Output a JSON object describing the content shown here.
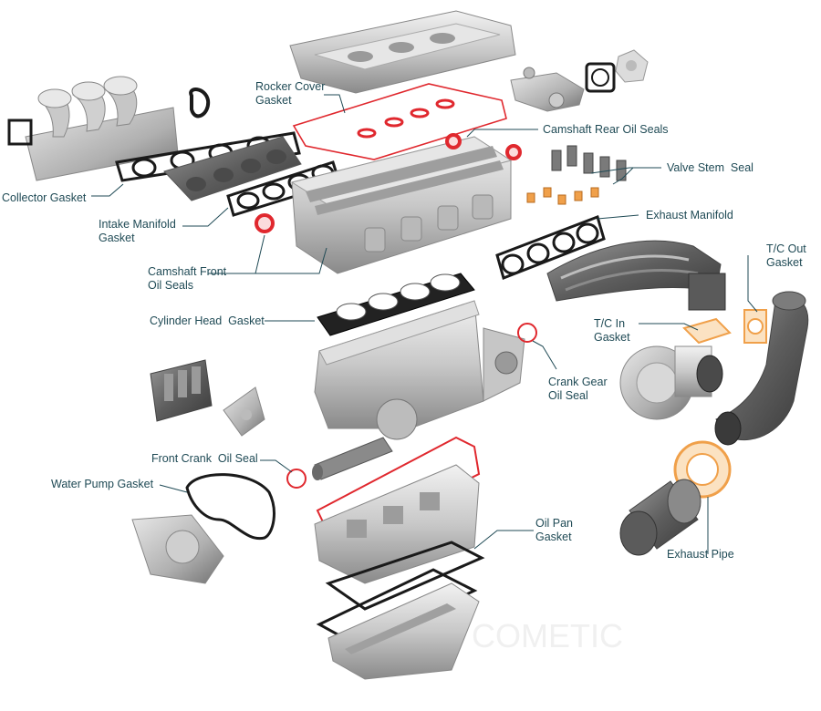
{
  "diagram": {
    "labels": {
      "rocker_cover_gasket": "Rocker Cover\nGasket",
      "camshaft_rear_oil_seals": "Camshaft Rear Oil Seals",
      "valve_stem_seal": "Valve Stem  Seal",
      "collector_gasket": "Collector Gasket",
      "exhaust_manifold": "Exhaust Manifold",
      "intake_manifold_gasket": "Intake Manifold\nGasket",
      "tc_out_gasket": "T/C Out\nGasket",
      "camshaft_front_oil_seals": "Camshaft Front\nOil Seals",
      "cylinder_head_gasket": "Cylinder Head  Gasket",
      "tc_in_gasket": "T/C In\nGasket",
      "crank_gear_oil_seal": "Crank Gear\nOil Seal",
      "front_crank_oil_seal": "Front Crank  Oil Seal",
      "water_pump_gasket": "Water Pump Gasket",
      "oil_pan_gasket": "Oil Pan\nGasket",
      "exhaust_pipe": "Exhaust Pipe"
    },
    "colors": {
      "label_text": "#1f4a55",
      "leader_line": "#1f4a55",
      "gasket_red": "#e0282e",
      "gasket_black": "#1a1a1a",
      "gasket_orange": "#f0a04a",
      "metal_light": "#d9d9d9",
      "metal_mid": "#a9a9a9",
      "metal_dark": "#6e6e6e"
    }
  }
}
